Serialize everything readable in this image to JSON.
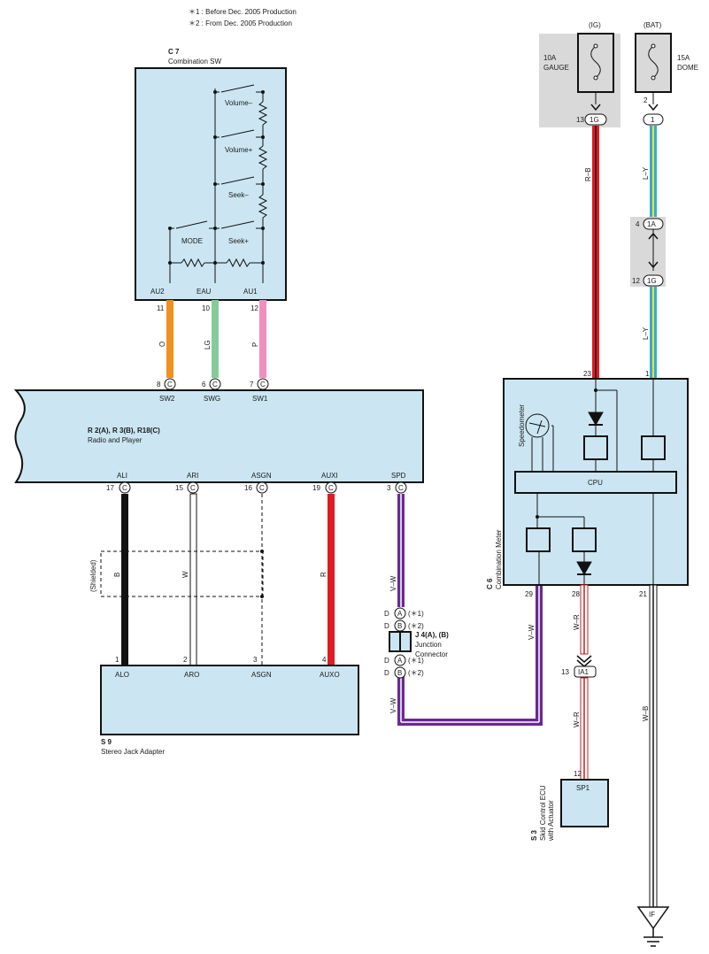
{
  "notes": {
    "n1": "＊1 : Before Dec.  2005 Production",
    "n2": "＊2 : From Dec.  2005 Production"
  },
  "combination_sw": {
    "code": "C 7",
    "name": "Combination SW",
    "switches": [
      "Volume–",
      "Volume+",
      "Seek–",
      "MODE",
      "Seek+"
    ],
    "terminals": [
      {
        "name": "AU2",
        "pin": "11",
        "wire": "O",
        "color": "#f0901e"
      },
      {
        "name": "EAU",
        "pin": "10",
        "wire": "LG",
        "color": "#86cc9a"
      },
      {
        "name": "AU1",
        "pin": "12",
        "wire": "P",
        "color": "#ef8fc0"
      }
    ]
  },
  "radio": {
    "code": "R 2(A), R 3(B), R18(C)",
    "name": "Radio and Player",
    "top_pins": [
      {
        "name": "SW2",
        "pin": "8",
        "conn": "C"
      },
      {
        "name": "SWG",
        "pin": "6",
        "conn": "C"
      },
      {
        "name": "SW1",
        "pin": "7",
        "conn": "C"
      }
    ],
    "bottom_pins": [
      {
        "name": "ALI",
        "pin": "17",
        "conn": "C"
      },
      {
        "name": "ARI",
        "pin": "15",
        "conn": "C"
      },
      {
        "name": "ASGN",
        "pin": "16",
        "conn": "C"
      },
      {
        "name": "AUXI",
        "pin": "19",
        "conn": "C"
      },
      {
        "name": "SPD",
        "pin": "3",
        "conn": "C"
      }
    ]
  },
  "stereo_jack": {
    "code": "S 9",
    "name": "Stereo Jack Adapter",
    "pins": [
      {
        "name": "ALO",
        "pin": "1",
        "wire": "B"
      },
      {
        "name": "ARO",
        "pin": "2",
        "wire": "W"
      },
      {
        "name": "ASGN",
        "pin": "3",
        "wire": ""
      },
      {
        "name": "AUXO",
        "pin": "4",
        "wire": "R"
      }
    ],
    "shielded": "(Shielded)"
  },
  "junction": {
    "code": "J 4(A), (B)",
    "name1": "Junction",
    "name2": "Connector",
    "rows": [
      {
        "d": "D",
        "c": "A",
        "note": "(＊1)"
      },
      {
        "d": "D",
        "c": "B",
        "note": "(＊2)"
      },
      {
        "d": "D",
        "c": "A",
        "note": "(＊1)"
      },
      {
        "d": "D",
        "c": "B",
        "note": "(＊2)"
      }
    ],
    "wire": "V–W"
  },
  "fuses": {
    "ig": {
      "label": "(IG)",
      "rating": "10A",
      "name": "GAUGE",
      "pin": "13",
      "conn": "1G"
    },
    "bat": {
      "label": "(BAT)",
      "rating": "15A",
      "name": "DOME",
      "pin": "2",
      "conn": "1"
    }
  },
  "wires_right": {
    "rb": "R–B",
    "ly": "L–Y",
    "conn_1a": {
      "pin": "4",
      "conn": "1A"
    },
    "conn_1g": {
      "pin": "12",
      "conn": "1G"
    }
  },
  "meter": {
    "code": "C 6",
    "name": "Combination Meter",
    "speedometer": "Speedometer",
    "cpu": "CPU",
    "pin_in_left": "23",
    "pin_in_right": "1",
    "pins_bottom": [
      "29",
      "28",
      "21"
    ]
  },
  "skid_ecu": {
    "code": "S 3",
    "name1": "Skid Control ECU",
    "name2": "with Actuator",
    "pin": "12",
    "term": "SP1",
    "conn_pin": "13",
    "conn": "IA1",
    "wire": "W–R"
  },
  "ground": {
    "label": "IF",
    "wire": "W–B"
  }
}
